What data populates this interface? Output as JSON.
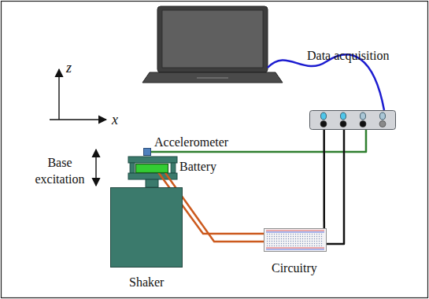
{
  "diagram": {
    "nodes": [
      {
        "text": [
          "Data acquisition"
        ]
      },
      {
        "text": [
          "Accelerometer"
        ]
      },
      {
        "text": [
          "Battery"
        ]
      },
      {
        "text": [
          "Shaker"
        ]
      },
      {
        "text": [
          "Circuitry"
        ]
      }
    ],
    "edges": [
      {
        "from": 1,
        "to": 0,
        "arrow": "none"
      },
      {
        "from": 2,
        "to": 4,
        "arrow": "none"
      },
      {
        "from": 2,
        "to": 4,
        "arrow": "none"
      },
      {
        "from": 0,
        "to": 4,
        "arrow": "none"
      },
      {
        "from": 0,
        "to": 4,
        "arrow": "none"
      }
    ],
    "labels": [
      "z",
      "x",
      "Base excitation"
    ]
  }
}
